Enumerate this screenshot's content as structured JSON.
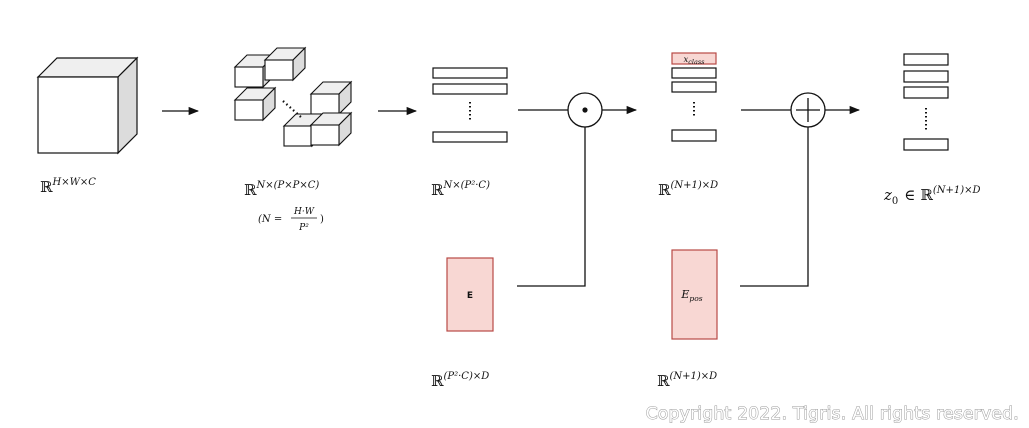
{
  "diagram": {
    "input_shape": {
      "R": "ℝ",
      "sup": "H×W×C"
    },
    "patches_shape": {
      "R": "ℝ",
      "sup": "N×(P×P×C)"
    },
    "patches_note": {
      "lhs": "(N =",
      "num": "H·W",
      "den": "P²",
      "rhs": ")"
    },
    "flattened_shape": {
      "R": "ℝ",
      "sup": "N×(P²·C)"
    },
    "embedding_matrix_label": "E",
    "embedding_shape": {
      "R": "ℝ",
      "sup": "(P²·C)×D"
    },
    "operator_dot": "⊙",
    "class_token_label": {
      "base": "x",
      "sub": "class"
    },
    "embedded_shape": {
      "R": "ℝ",
      "sup": "(N+1)×D"
    },
    "position_embedding_label": {
      "base": "E",
      "sub": "pos"
    },
    "position_shape": {
      "R": "ℝ",
      "sup": "(N+1)×D"
    },
    "operator_plus": "⊕",
    "output_shape": {
      "z": "z",
      "z_sub": "0",
      "in": "∈",
      "R": "ℝ",
      "sup": "(N+1)×D"
    },
    "colors": {
      "matrix_fill": "#f8d7d3",
      "matrix_stroke": "#b84a45",
      "cube_top": "#efefef",
      "cube_side": "#dcdcdc",
      "stroke": "#111111"
    }
  },
  "watermark": "Copyright 2022. Tigris. All rights reserved."
}
